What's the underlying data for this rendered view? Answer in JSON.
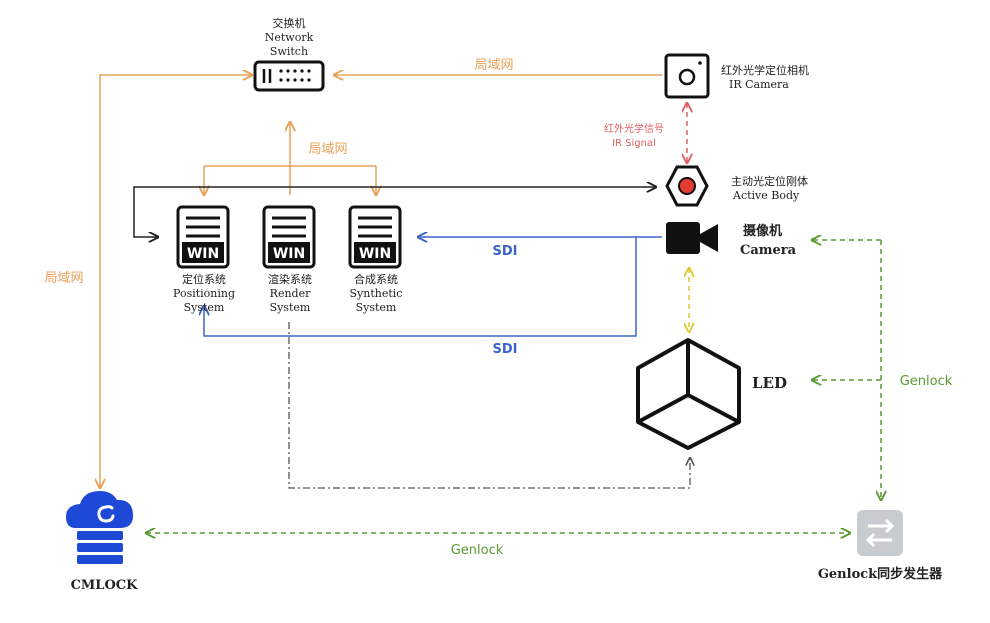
{
  "nodes": {
    "switch": {
      "label_cn": "交换机",
      "label_en1": "Network",
      "label_en2": "Switch"
    },
    "ir_camera": {
      "label_cn": "红外光学定位相机",
      "label_en": "IR Camera"
    },
    "ir_signal": {
      "label_cn": "红外光学信号",
      "label_en": "IR Signal"
    },
    "active_body": {
      "label_cn": "主动光定位刚体",
      "label_en": "Active Body"
    },
    "camera": {
      "label_cn": "摄像机",
      "label_en": "Camera"
    },
    "positioning": {
      "icon_text": "WIN",
      "label_cn": "定位系统",
      "label_en1": "Positioning",
      "label_en2": "System"
    },
    "render": {
      "icon_text": "WIN",
      "label_cn": "渲染系统",
      "label_en1": "Render",
      "label_en2": "System"
    },
    "synthetic": {
      "icon_text": "WIN",
      "label_cn": "合成系统",
      "label_en1": "Synthetic",
      "label_en2": "System"
    },
    "led": {
      "label": "LED"
    },
    "cmlock": {
      "label": "CMLOCK"
    },
    "genlock_gen": {
      "label": "Genlock同步发生器"
    }
  },
  "edges": {
    "lan_top": "局域网",
    "lan_mid": "局域网",
    "lan_left": "局域网",
    "sdi_upper": "SDI",
    "sdi_lower": "SDI",
    "genlock_right": "Genlock",
    "genlock_bottom": "Genlock"
  },
  "colors": {
    "lan": "#e8a25a",
    "sdi": "#3b63c9",
    "genlock": "#5a9a32",
    "ir": "#e06060",
    "yellow": "#e0c830",
    "black": "#111111",
    "cmlock_blue": "#1d49d6",
    "genlock_box": "#c8ccd0"
  }
}
